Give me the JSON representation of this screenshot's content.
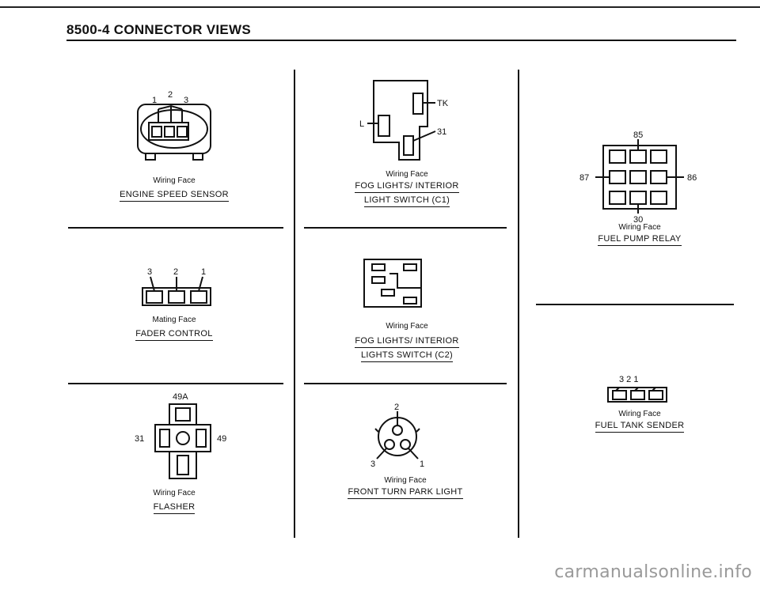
{
  "header": {
    "title": "8500-4   CONNECTOR VIEWS"
  },
  "connectors": {
    "engine_speed_sensor": {
      "pins": [
        "1",
        "2",
        "3"
      ],
      "face": "Wiring Face",
      "name": "ENGINE SPEED SENSOR"
    },
    "fader_control": {
      "pins": [
        "3",
        "2",
        "1"
      ],
      "face": "Mating Face",
      "name": "FADER CONTROL"
    },
    "flasher": {
      "pins": [
        "49A",
        "31",
        "49"
      ],
      "face": "Wiring Face",
      "name": "FLASHER"
    },
    "fog_lights_c1": {
      "pins": [
        "TK",
        "L",
        "31"
      ],
      "face": "Wiring Face",
      "name_line1": "FOG LIGHTS/ INTERIOR",
      "name_line2": "LIGHT SWITCH (C1)"
    },
    "fog_lights_c2": {
      "face": "Wiring Face",
      "name_line1": "FOG LIGHTS/ INTERIOR",
      "name_line2": "LIGHTS SWITCH (C2)"
    },
    "front_turn_park_light": {
      "pins": [
        "2",
        "3",
        "1"
      ],
      "face": "Wiring Face",
      "name": "FRONT TURN PARK LIGHT"
    },
    "fuel_pump_relay": {
      "pins": [
        "85",
        "87",
        "86",
        "30"
      ],
      "face": "Wiring Face",
      "name": "FUEL PUMP RELAY"
    },
    "fuel_tank_sender": {
      "pins": [
        "3 2 1"
      ],
      "face": "Wiring Face",
      "name": "FUEL TANK SENDER"
    }
  },
  "watermark": "carmanualsonline.info"
}
